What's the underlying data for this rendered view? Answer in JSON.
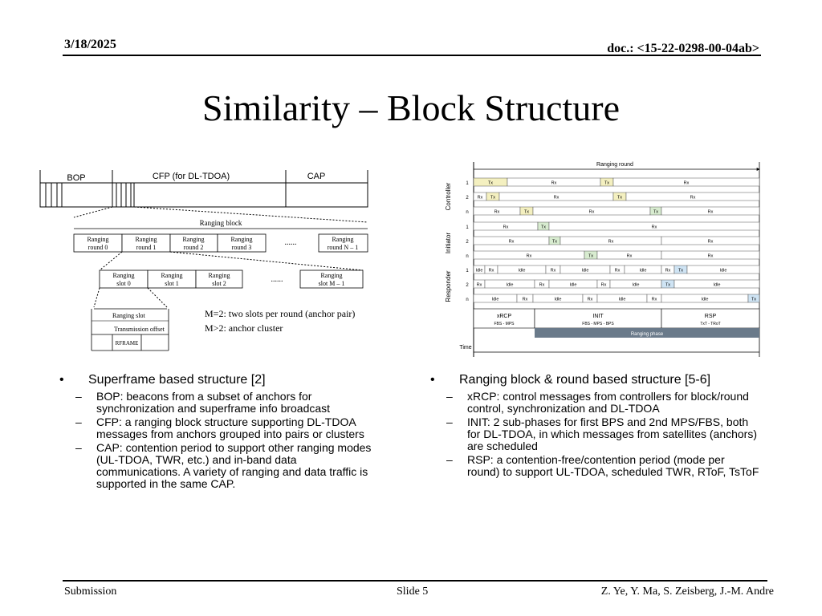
{
  "header": {
    "date": "3/18/2025",
    "doc": "doc.: <15-22-0298-00-04ab>"
  },
  "title": "Similarity – Block Structure",
  "left_figure": {
    "top_bar": {
      "bop": "BOP",
      "cfp": "CFP (for DL-TDOA)",
      "cap": "CAP"
    },
    "ranging_block_label": "Ranging block",
    "rounds": [
      "Ranging round 0",
      "Ranging round 1",
      "Ranging round 2",
      "Ranging round 3",
      "Ranging round N – 1"
    ],
    "slots": [
      "Ranging slot 0",
      "Ranging slot 1",
      "Ranging slot 2",
      "Ranging slot M – 1"
    ],
    "ellipsis": "......",
    "ranging_slot_label": "Ranging slot",
    "transmission_offset": "Transmission offset",
    "rframe": "RFRAME",
    "note_line1": "M=2: two slots per round (anchor pair)",
    "note_line2": "M>2: anchor cluster"
  },
  "right_figure": {
    "ranging_round_label": "Ranging round",
    "groups": [
      "Controller",
      "Initiator",
      "Responder"
    ],
    "row_ids": [
      "1",
      "2",
      "n",
      "1",
      "2",
      "n",
      "1",
      "2",
      "n"
    ],
    "phases": [
      {
        "name": "xRCP",
        "sub": "FBS - MPS"
      },
      {
        "name": "INIT",
        "sub": "FBS - MPS - BPS"
      },
      {
        "name": "RSP",
        "sub": "TxT - TRoT"
      }
    ],
    "ranging_phase_label": "Ranging phase",
    "time_label": "Time",
    "rx": "Rx",
    "tx": "Tx",
    "idle": "Idle",
    "colors": {
      "tx_yellow": "#f4f0c0",
      "tx_green": "#d8ecd0",
      "tx_blue": "#cfe4f4",
      "phase_bar": "#6a7a8a"
    }
  },
  "left_text": {
    "bullet": "Superframe based structure [2]",
    "subs": [
      "BOP: beacons from a subset of anchors for synchronization and superframe info broadcast",
      "CFP: a ranging block structure supporting DL-TDOA messages from anchors grouped into pairs or clusters",
      "CAP: contention period to support other ranging modes (UL-TDOA, TWR, etc.) and in-band data communications. A variety of ranging and data traffic is supported in the same CAP."
    ]
  },
  "right_text": {
    "bullet": "Ranging block & round based structure [5-6]",
    "subs": [
      "xRCP: control messages from controllers for block/round control, synchronization and DL-TDOA",
      "INIT: 2 sub-phases for first BPS and 2nd MPS/FBS, both for DL-TDOA, in which messages from satellites (anchors) are scheduled",
      "RSP: a contention-free/contention period (mode per round) to support UL-TDOA, scheduled TWR, RToF, TsToF"
    ]
  },
  "footer": {
    "left": "Submission",
    "center": "Slide 5",
    "right": "Z. Ye, Y. Ma, S. Zeisberg, J.-M. Andre"
  }
}
